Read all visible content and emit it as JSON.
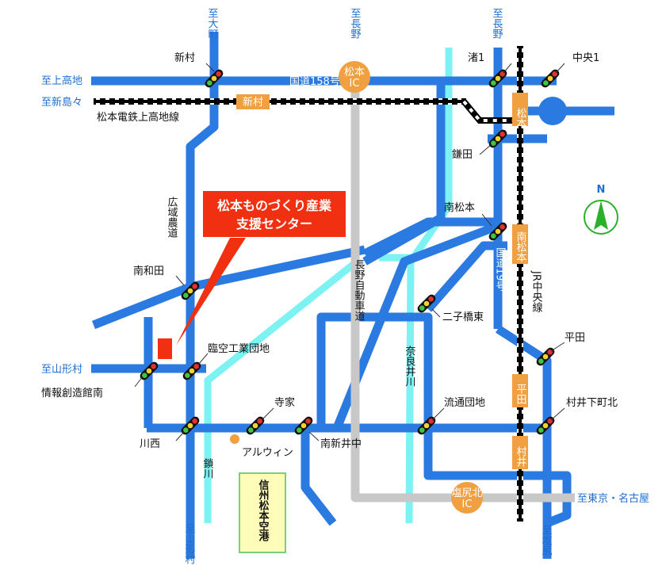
{
  "destinations": {
    "omachi": "至大町",
    "nagano_1": "至長野",
    "nagano_2": "至長野",
    "kamikochi": "至上高地",
    "shinshimashima": "至新島々",
    "yamagatamura_w": "至山形村",
    "yamagatamura_s": "至山形村",
    "tokyo_nagoya": "至東京・名古屋",
    "shiojiri": "至塩尻"
  },
  "roads": {
    "route158": "国道158号",
    "route19": "国道19号",
    "koiki": "広域農道",
    "expressway": "長野自動車道",
    "narai_river": "奈良井川",
    "sai_river": "鎖川"
  },
  "railways": {
    "matsumoto_dentetsu": "松本電鉄上高地線",
    "jr_chuo": "JR中央線"
  },
  "stations": {
    "niimura": "新村",
    "matsumoto": "松本",
    "minami_matsumoto": "南松本",
    "hirata": "平田",
    "murai": "村井"
  },
  "interchanges": {
    "matsumoto_ic": [
      "松本",
      "IC"
    ],
    "shiojirikita_ic": [
      "塩尻北",
      "IC"
    ]
  },
  "signals": {
    "niimura": "新村",
    "nagisa1": "渚1",
    "chuo1": "中央1",
    "kamada": "鎌田",
    "minami_matsumoto": "南松本",
    "minami_wada": "南和田",
    "futagobashi_higashi": "二子橋東",
    "rinku": "臨空工業団地",
    "hirata": "平田",
    "joho": "情報創造館南",
    "teraya": "寺家",
    "ryutsu": "流通団地",
    "murai_shimo_kita": "村井下町北",
    "kawanishi": "川西",
    "minami_araichu": "南新井中"
  },
  "landmarks": {
    "callout": [
      "松本ものづくり産業",
      "支援センター"
    ],
    "aruwin": "アルウィン",
    "airport": "信州松本空港"
  },
  "compass": {
    "label": "N"
  },
  "colors": {
    "road_blue": "#2a7ae2",
    "expressway_gray": "#c8c8c8",
    "river_cyan": "#7df2f2",
    "orange": "#f0a040",
    "red": "#f03010",
    "airport_fill": "#fdfcb8",
    "airport_border": "#7ad07a",
    "compass_green": "#2cb02c"
  }
}
